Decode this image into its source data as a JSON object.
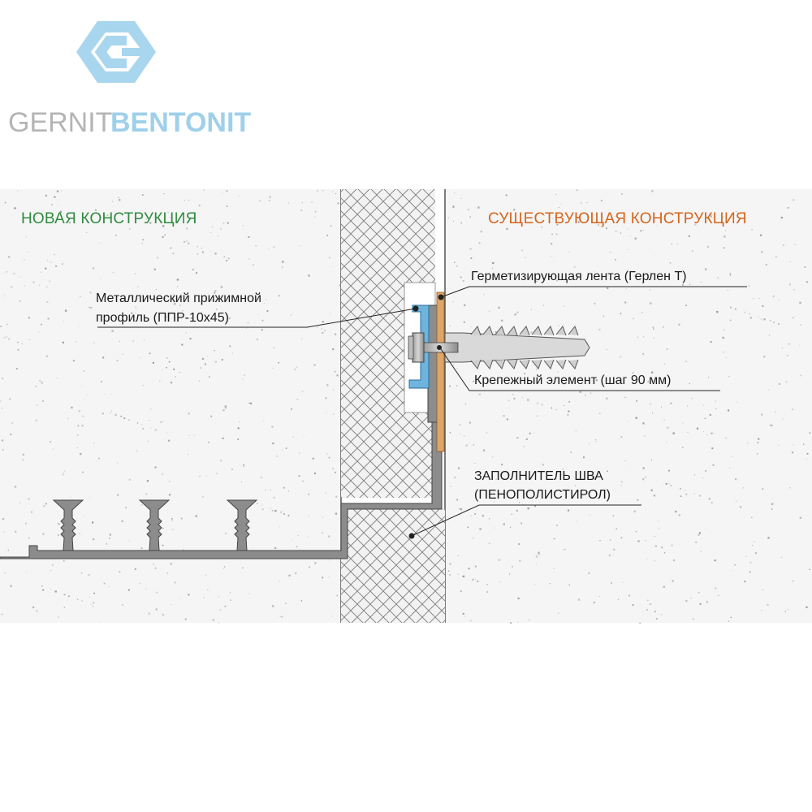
{
  "logo": {
    "word1": "GERNIT",
    "word2": "BENTONIT",
    "gray": "#b4b4b4",
    "blue": "#9fd0ea"
  },
  "sections": {
    "new_construction": {
      "label": "НОВАЯ КОНСТРУКЦИЯ",
      "color": "#2e8b3e"
    },
    "existing_construction": {
      "label": "СУЩЕСТВУЮЩАЯ КОНСТРУКЦИЯ",
      "color": "#d4651c"
    }
  },
  "callouts": {
    "profile_line1": "Металлический прижимной",
    "profile_line2": "профиль  (ППР-10х45)",
    "tape": "Герметизирующая лента  (Герлен Т)",
    "fastener": "Крепежный элемент (шаг 90 мм)",
    "filler_line1": "ЗАПОЛНИТЕЛЬ  ШВА",
    "filler_line2": "(ПЕНОПОЛИСТИРОЛ)"
  },
  "colors": {
    "concrete": "#f4f4f4",
    "waterstop": "#8c8c8c",
    "profile": "#6fb4de",
    "tape": "#e0a466",
    "leader": "#222222"
  }
}
